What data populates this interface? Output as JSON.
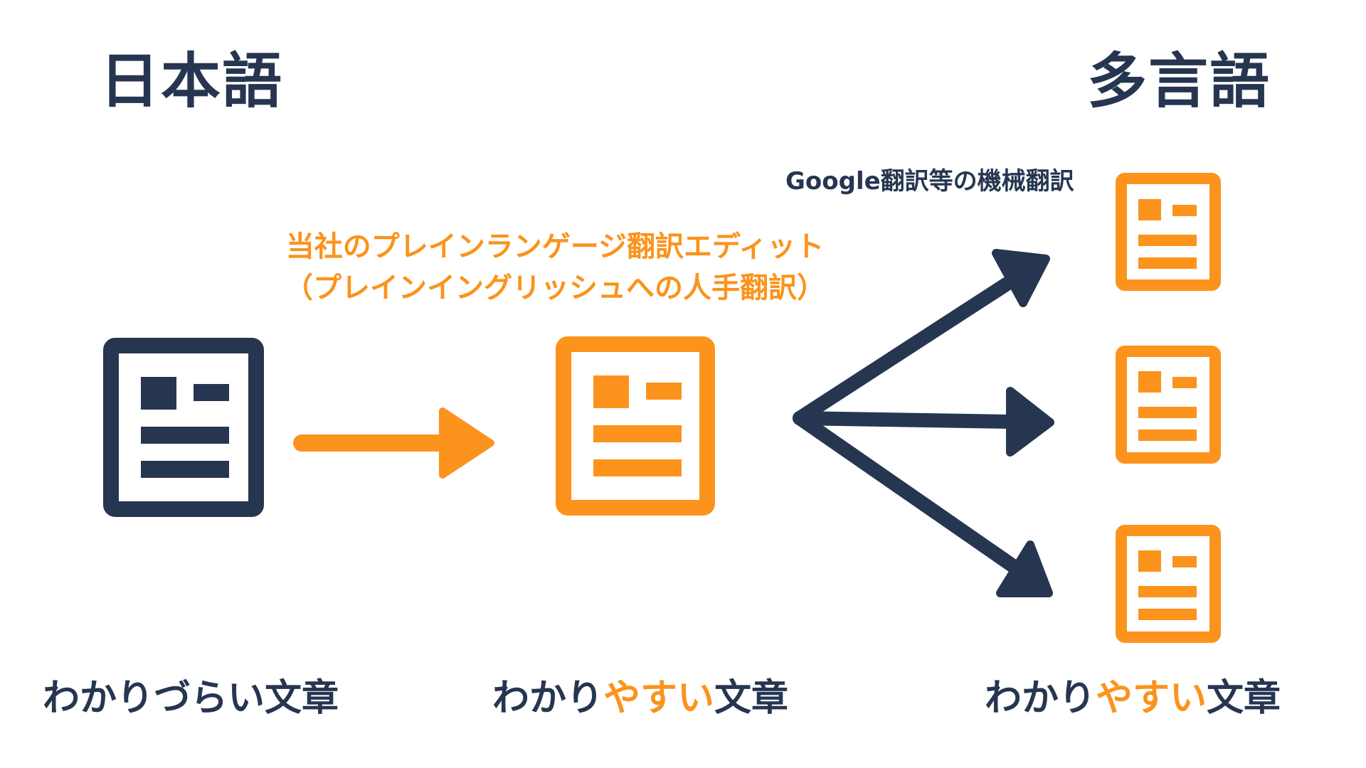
{
  "headings": {
    "source": "日本語",
    "target": "多言語"
  },
  "labels": {
    "editor_line1": "当社のプレインランゲージ翻訳エディット",
    "editor_line2": "（プレインイングリッシュへの人手翻訳）",
    "machine_translation": "Google翻訳等の機械翻訳"
  },
  "captions": {
    "left": {
      "text": "わかりづらい文章"
    },
    "middle": {
      "prefix": "わかり",
      "highlight": "やすい",
      "suffix": "文章"
    },
    "right": {
      "prefix": "わかり",
      "highlight": "やすい",
      "suffix": "文章"
    }
  },
  "icons": {
    "source_document": "document-icon",
    "edited_document": "document-icon",
    "translated_documents": [
      "document-icon",
      "document-icon",
      "document-icon"
    ],
    "arrows": [
      "arrow-right-icon",
      "arrow-up-right-icon",
      "arrow-right-icon",
      "arrow-down-right-icon"
    ]
  },
  "colors": {
    "navy": "#263651",
    "orange": "#FB931C",
    "background": "#FFFFFF"
  }
}
